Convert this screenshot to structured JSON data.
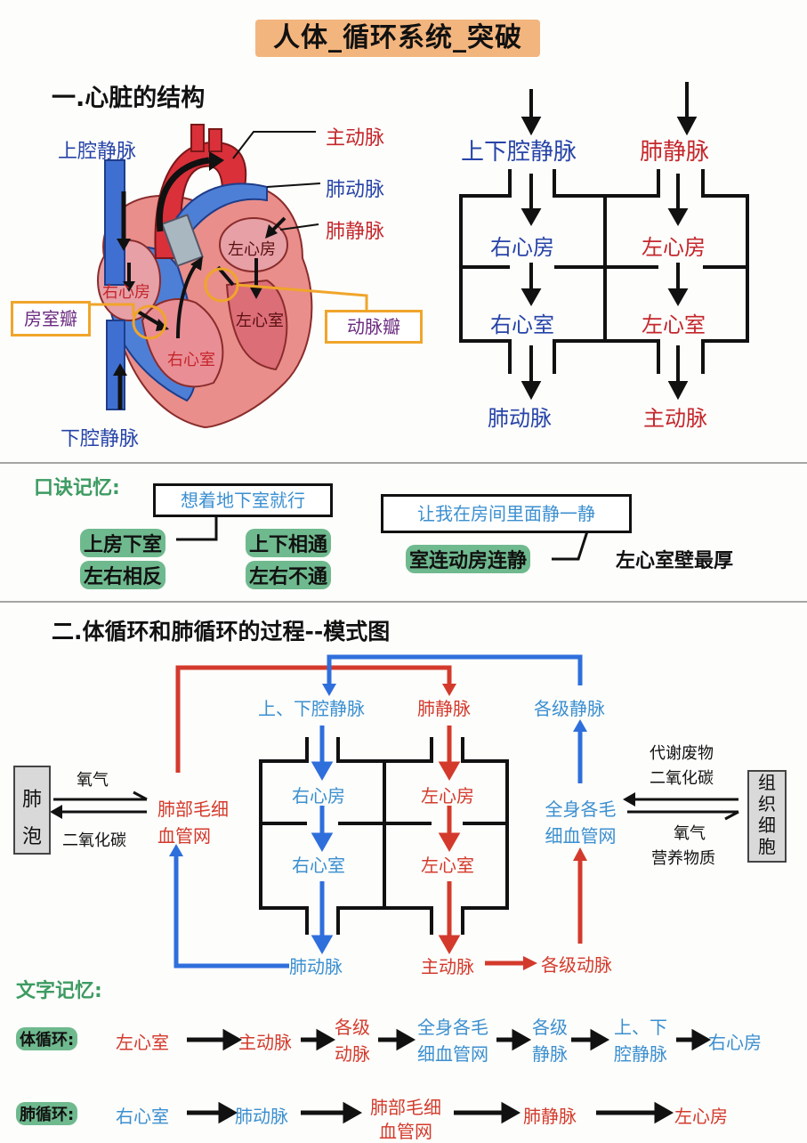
{
  "title": "人体_循环系统_突破",
  "section1": {
    "heading": "一.心脏的结构",
    "heart_labels": {
      "svc": "上腔静脉",
      "ivc": "下腔静脉",
      "aorta": "主动脉",
      "pulm_artery": "肺动脉",
      "pulm_vein": "肺静脉",
      "la": "左心房",
      "lv": "左心室",
      "ra": "右心房",
      "rv": "右心室",
      "av_valve": "房室瓣",
      "artery_valve": "动脉瓣"
    },
    "schematic": {
      "top_left": "上下腔静脉",
      "top_right": "肺静脉",
      "ra": "右心房",
      "la": "左心房",
      "rv": "右心室",
      "lv": "左心室",
      "bottom_left": "肺动脉",
      "bottom_right": "主动脉"
    }
  },
  "mnemonic": {
    "heading": "口诀记忆:",
    "box1": "想着地下室就行",
    "box2": "让我在房间里面静一静",
    "items": [
      "上房下室",
      "上下相通",
      "左右相反",
      "左右不通",
      "室连动房连静",
      "左心室壁最厚"
    ]
  },
  "section2": {
    "heading": "二.体循环和肺循环的过程--模式图",
    "labels": {
      "svc_ivc": "上、下腔静脉",
      "pulm_vein": "肺静脉",
      "all_veins": "各级静脉",
      "ra": "右心房",
      "la": "左心房",
      "rv": "右心室",
      "lv": "左心室",
      "pulm_artery": "肺动脉",
      "aorta": "主动脉",
      "all_arteries": "各级动脉",
      "lung_cap_1": "肺部毛细",
      "lung_cap_2": "血管网",
      "body_cap_1": "全身各毛",
      "body_cap_2": "细血管网",
      "alveoli_1": "肺",
      "alveoli_2": "泡",
      "tissue": [
        "组",
        "织",
        "细",
        "胞"
      ],
      "oxygen_left": "氧气",
      "co2_left": "二氧化碳",
      "waste_1": "代谢废物",
      "waste_2": "二氧化碳",
      "oxygen_right": "氧气",
      "nutrients": "营养物质"
    }
  },
  "text_memory": {
    "heading": "文字记忆:",
    "systemic": {
      "label": "体循环:",
      "steps": [
        "左心室",
        "主动脉",
        "各级",
        "动脉",
        "全身各毛",
        "细血管网",
        "各级",
        "静脉",
        "上、下",
        "腔静脉",
        "右心房"
      ]
    },
    "pulmonary": {
      "label": "肺循环:",
      "steps": [
        "右心室",
        "肺动脉",
        "肺部毛细",
        "血管网",
        "肺静脉",
        "左心房"
      ]
    }
  },
  "colors": {
    "title_bg": "#f3b57e",
    "highlight_green": "#6fb98e",
    "deep_blue": "#2643a8",
    "deep_red": "#c4262b",
    "light_blue": "#3b8fd0",
    "arrow_red": "#d33a2c",
    "arrow_blue": "#2f6fdc",
    "valve_orange": "#f0a52b"
  }
}
